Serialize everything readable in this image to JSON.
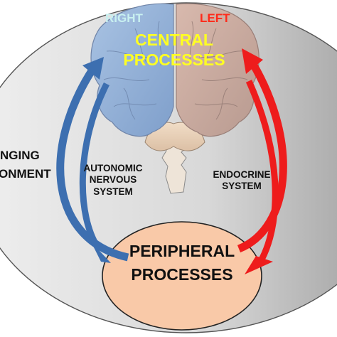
{
  "environment": {
    "line1": "NGING",
    "line2": "ONMENT"
  },
  "brain": {
    "right_label": "RIGHT",
    "left_label": "LEFT",
    "central_line1": "CENTRAL",
    "central_line2": "PROCESSES"
  },
  "autonomic": {
    "line1": "AUTONOMIC",
    "line2": "NERVOUS",
    "line3": "SYSTEM"
  },
  "endocrine": {
    "line1": "ENDOCRINE",
    "line2": "SYSTEM"
  },
  "peripheral": {
    "line1": "PERIPHERAL",
    "line2": "PROCESSES"
  },
  "colors": {
    "right_label": "#c8f0f0",
    "left_label": "#ff2a1a",
    "arrow_blue": "#3d6fb0",
    "arrow_red": "#ee1c1c",
    "peripheral_fill": "#f9c9a8",
    "environment_fill": "#d9d9d9"
  }
}
